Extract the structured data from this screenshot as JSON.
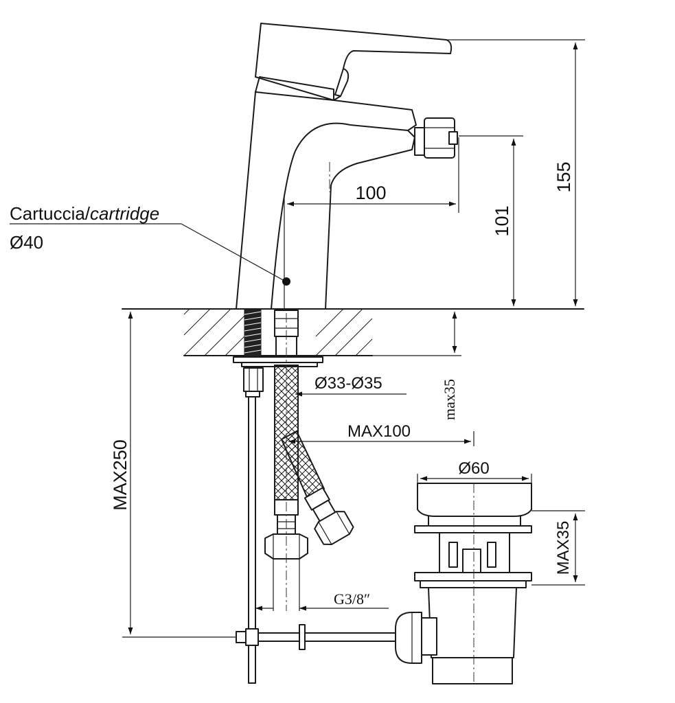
{
  "annotations": {
    "cartridge_label_it": "Cartuccia/",
    "cartridge_label_en": "cartridge",
    "cartridge_diameter": "Ø40"
  },
  "dimensions": {
    "total_height": "155",
    "spout_height": "101",
    "spout_reach": "100",
    "hole_diameter": "Ø33-Ø35",
    "deck_thickness": "max35",
    "hose_reach": "MAX100",
    "below_deck": "MAX250",
    "waste_diameter": "Ø60",
    "waste_height": "MAX35",
    "thread": "G3/8″"
  }
}
